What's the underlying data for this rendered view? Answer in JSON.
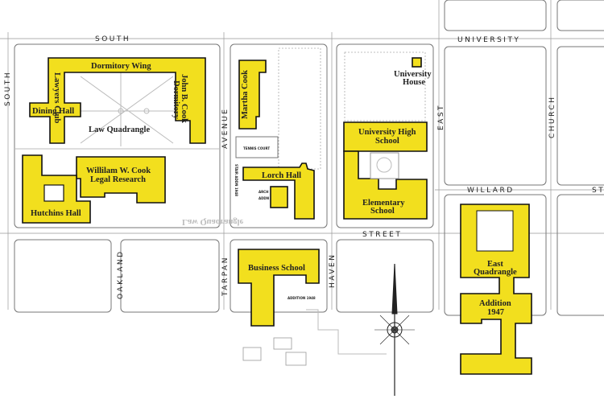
{
  "map": {
    "streets": {
      "south_top": "SOUTH",
      "south_left": "SOUTH",
      "avenue": "AVENUE",
      "east": "EAST",
      "university": "UNIVERSITY",
      "church": "CHURCH",
      "willard": "WILLARD",
      "willard_st": "ST",
      "street": "STREET",
      "oakland": "OAKLAND",
      "tarpan": "TARPAN",
      "haven": "HAVEN"
    },
    "buildings": {
      "dormitory_wing": "Dormitory Wing",
      "lawyers_club": "Lawyers Club",
      "dining_hall": "Dining Hall",
      "john_b_cook_1": "John B. Cook",
      "john_b_cook_2": "Dormitory",
      "law_quadrangle": "Law Quadrangle",
      "cook_legal_1": "Willilam W. Cook",
      "cook_legal_2": "Legal Research",
      "hutchins_hall": "Hutchins Hall",
      "law_quadrangle_faded": "Law Quadrangle",
      "martha_cook": "Martha Cook",
      "tennis_court": "TENNIS COURT",
      "lorch_hall": "Lorch Hall",
      "arch_addn_1": "ARCH",
      "arch_addn_2": "ADDN",
      "stair_addn": "STAIR ADDN 1948",
      "university_house_1": "University",
      "university_house_2": "House",
      "uhs_1": "University High",
      "uhs_2": "School",
      "elementary_1": "Elementary",
      "elementary_2": "School",
      "business_school": "Business School",
      "addition_1948": "ADDITION 1948",
      "east_quad_1": "East",
      "east_quad_2": "Quadrangle",
      "addition_1947_1": "Addition",
      "addition_1947_2": "1947"
    },
    "colors": {
      "building": "#f2df1e",
      "outline": "#111111"
    }
  }
}
